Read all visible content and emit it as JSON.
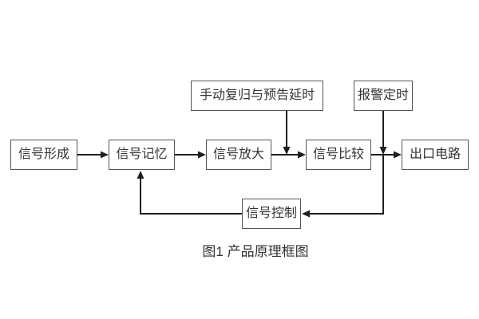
{
  "figure": {
    "caption": "图1 产品原理框图",
    "colors": {
      "background": "#ffffff",
      "box_border": "#555555",
      "box_text": "#333333",
      "line": "#1f1f1f"
    },
    "nodes": {
      "signal_formation": {
        "label": "信号形成"
      },
      "signal_memory": {
        "label": "信号记忆"
      },
      "signal_amplify": {
        "label": "信号放大"
      },
      "signal_compare": {
        "label": "信号比较"
      },
      "output_circuit": {
        "label": "出口电路"
      },
      "manual_reset_delay": {
        "label": "手动复归与预告延时"
      },
      "alarm_timing": {
        "label": "报警定时"
      },
      "signal_control": {
        "label": "信号控制"
      }
    },
    "edges": [
      {
        "from": "信号形成",
        "to": "信号记忆",
        "style": "arrow-right"
      },
      {
        "from": "信号记忆",
        "to": "信号放大",
        "style": "arrow-right"
      },
      {
        "from": "信号放大",
        "to": "信号比较",
        "style": "arrow-right"
      },
      {
        "from": "信号比较",
        "to": "出口电路",
        "style": "arrow-right"
      },
      {
        "from": "手动复归与预告延时",
        "to": "信号放大与信号比较之间连线",
        "style": "arrow-down"
      },
      {
        "from": "报警定时",
        "to": "信号比较与出口电路之间连线",
        "style": "arrow-down"
      },
      {
        "from": "信号比较输出节点",
        "to": "信号控制",
        "style": "arrow-left"
      },
      {
        "from": "信号控制",
        "to": "信号记忆",
        "style": "arrow-up"
      }
    ]
  }
}
